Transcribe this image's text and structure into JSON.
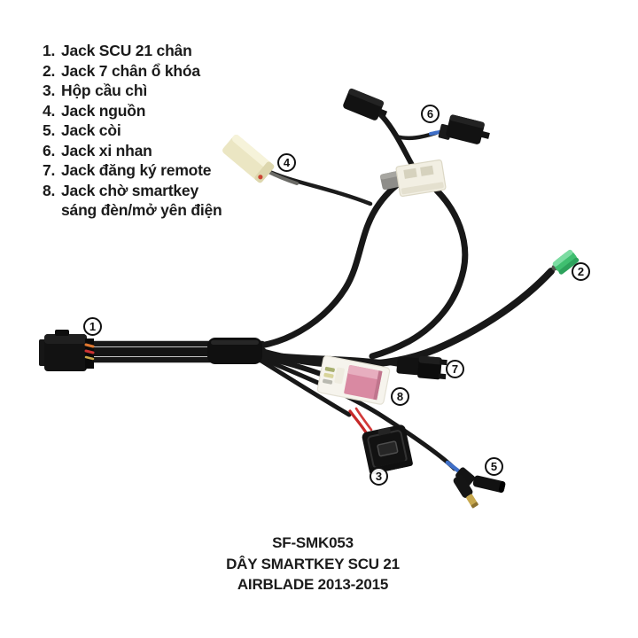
{
  "legend": {
    "items": [
      {
        "num": "1.",
        "label": "Jack SCU 21 chân"
      },
      {
        "num": "2.",
        "label": "Jack 7 chân ổ khóa"
      },
      {
        "num": "3.",
        "label": "Hộp cầu chì"
      },
      {
        "num": "4.",
        "label": "Jack nguồn"
      },
      {
        "num": "5.",
        "label": "Jack còi"
      },
      {
        "num": "6.",
        "label": "Jack xi nhan"
      },
      {
        "num": "7.",
        "label": "Jack đăng ký remote"
      },
      {
        "num": "8.",
        "label": "Jack chờ smartkey"
      }
    ],
    "item8_line2": "sáng đèn/mở yên điện"
  },
  "callouts": [
    {
      "number": "1"
    },
    {
      "number": "2"
    },
    {
      "number": "3"
    },
    {
      "number": "4"
    },
    {
      "number": "5"
    },
    {
      "number": "6"
    },
    {
      "number": "7"
    },
    {
      "number": "8"
    }
  ],
  "footer": {
    "sku": "SF-SMK053",
    "product": "DÂY SMARTKEY SCU 21",
    "model": "AIRBLADE 2013-2015"
  },
  "colors": {
    "cable": "#181818",
    "connector_black": "#121212",
    "connector_cream": "#ebe6c3",
    "connector_white": "#f2efe3",
    "cap_green": "#3fbf70",
    "inner_pink": "#d989a2",
    "wire_red": "#c62828",
    "wire_blue": "#3f6fc8",
    "terminal_brass": "#c7a84e"
  }
}
